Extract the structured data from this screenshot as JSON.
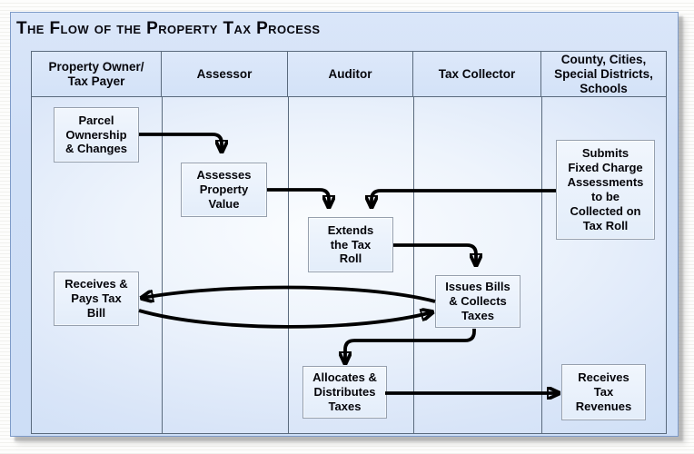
{
  "diagram": {
    "title": "The Flow of the Property Tax Process",
    "columns": [
      {
        "label": "Property Owner/\nTax Payer"
      },
      {
        "label": "Assessor"
      },
      {
        "label": "Auditor"
      },
      {
        "label": "Tax Collector"
      },
      {
        "label": "County, Cities,\nSpecial Districts,\nSchools"
      }
    ],
    "nodes": [
      {
        "id": "parcel-ownership",
        "lane": "Property Owner/Tax Payer",
        "label": "Parcel\nOwnership\n& Changes"
      },
      {
        "id": "assesses-value",
        "lane": "Assessor",
        "label": "Assesses\nProperty\nValue"
      },
      {
        "id": "extends-tax-roll",
        "lane": "Auditor",
        "label": "Extends\nthe Tax\nRoll"
      },
      {
        "id": "submits-fixed-charge",
        "lane": "County, Cities, Special Districts, Schools",
        "label": "Submits\nFixed Charge\nAssessments\nto be\nCollected on\nTax Roll"
      },
      {
        "id": "receives-pays-bill",
        "lane": "Property Owner/Tax Payer",
        "label": "Receives &\nPays Tax\nBill"
      },
      {
        "id": "issues-bills",
        "lane": "Tax Collector",
        "label": "Issues Bills\n& Collects\nTaxes"
      },
      {
        "id": "allocates-taxes",
        "lane": "Auditor",
        "label": "Allocates &\nDistributes\nTaxes"
      },
      {
        "id": "receives-revenues",
        "lane": "County, Cities, Special Districts, Schools",
        "label": "Receives\nTax\nRevenues"
      }
    ],
    "edges": [
      {
        "from": "parcel-ownership",
        "to": "assesses-value"
      },
      {
        "from": "assesses-value",
        "to": "extends-tax-roll"
      },
      {
        "from": "submits-fixed-charge",
        "to": "extends-tax-roll"
      },
      {
        "from": "extends-tax-roll",
        "to": "issues-bills"
      },
      {
        "from": "issues-bills",
        "to": "receives-pays-bill"
      },
      {
        "from": "receives-pays-bill",
        "to": "issues-bills"
      },
      {
        "from": "issues-bills",
        "to": "allocates-taxes"
      },
      {
        "from": "allocates-taxes",
        "to": "receives-revenues"
      }
    ],
    "colors": {
      "panel_bg": "#d1e0f7",
      "panel_border": "#7e9bc8",
      "grid_line": "#5a6a7d",
      "node_fill": "#e8f0fb",
      "node_border": "#96a0ae",
      "arrow": "#000000",
      "title_text": "#08080f",
      "body_highlight": "#fbfdff"
    }
  }
}
